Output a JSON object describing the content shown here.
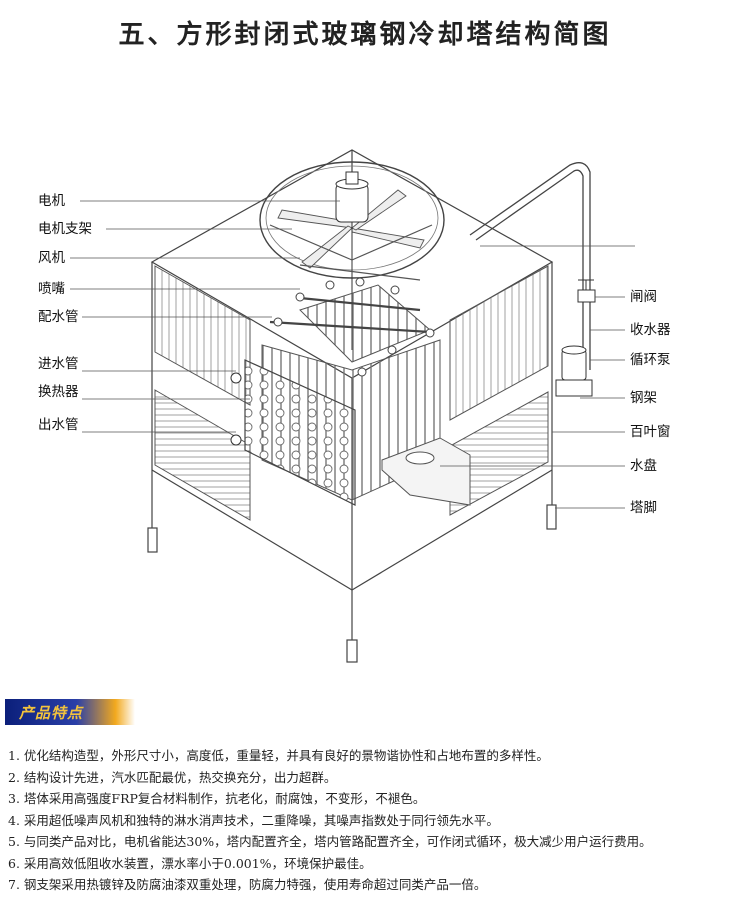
{
  "title": "五、方形封闭式玻璃钢冷却塔结构简图",
  "labels_left": [
    "电机",
    "电机支架",
    "风机",
    "喷嘴",
    "配水管",
    "进水管",
    "换热器",
    "出水管"
  ],
  "labels_right": [
    "闸阀",
    "收水器",
    "循环泵",
    "钢架",
    "百叶窗",
    "水盘",
    "塔脚"
  ],
  "features_heading": "产品特点",
  "features": [
    "1. 优化结构造型，外形尺寸小，高度低，重量轻，并具有良好的景物谐协性和占地布置的多样性。",
    "2. 结构设计先进，汽水匹配最优，热交换充分，出力超群。",
    "3. 塔体采用高强度FRP复合材料制作，抗老化，耐腐蚀，不变形，不褪色。",
    "4. 采用超低噪声风机和独特的淋水消声技术，二重降噪，其噪声指数处于同行领先水平。",
    "5. 与同类产品对比，电机省能达30%，塔内配置齐全，塔内管路配置齐全，可作闭式循环，极大减少用户运行费用。",
    "6. 采用高效低阻收水装置，漂水率小于0.001%，环境保护最佳。",
    "7. 钢支架采用热镀锌及防腐油漆双重处理，防腐力特强，使用寿命超过同类产品一倍。"
  ],
  "colors": {
    "banner_blue": "#0b1f7a",
    "banner_text": "#f3c33c",
    "line": "#555555"
  }
}
